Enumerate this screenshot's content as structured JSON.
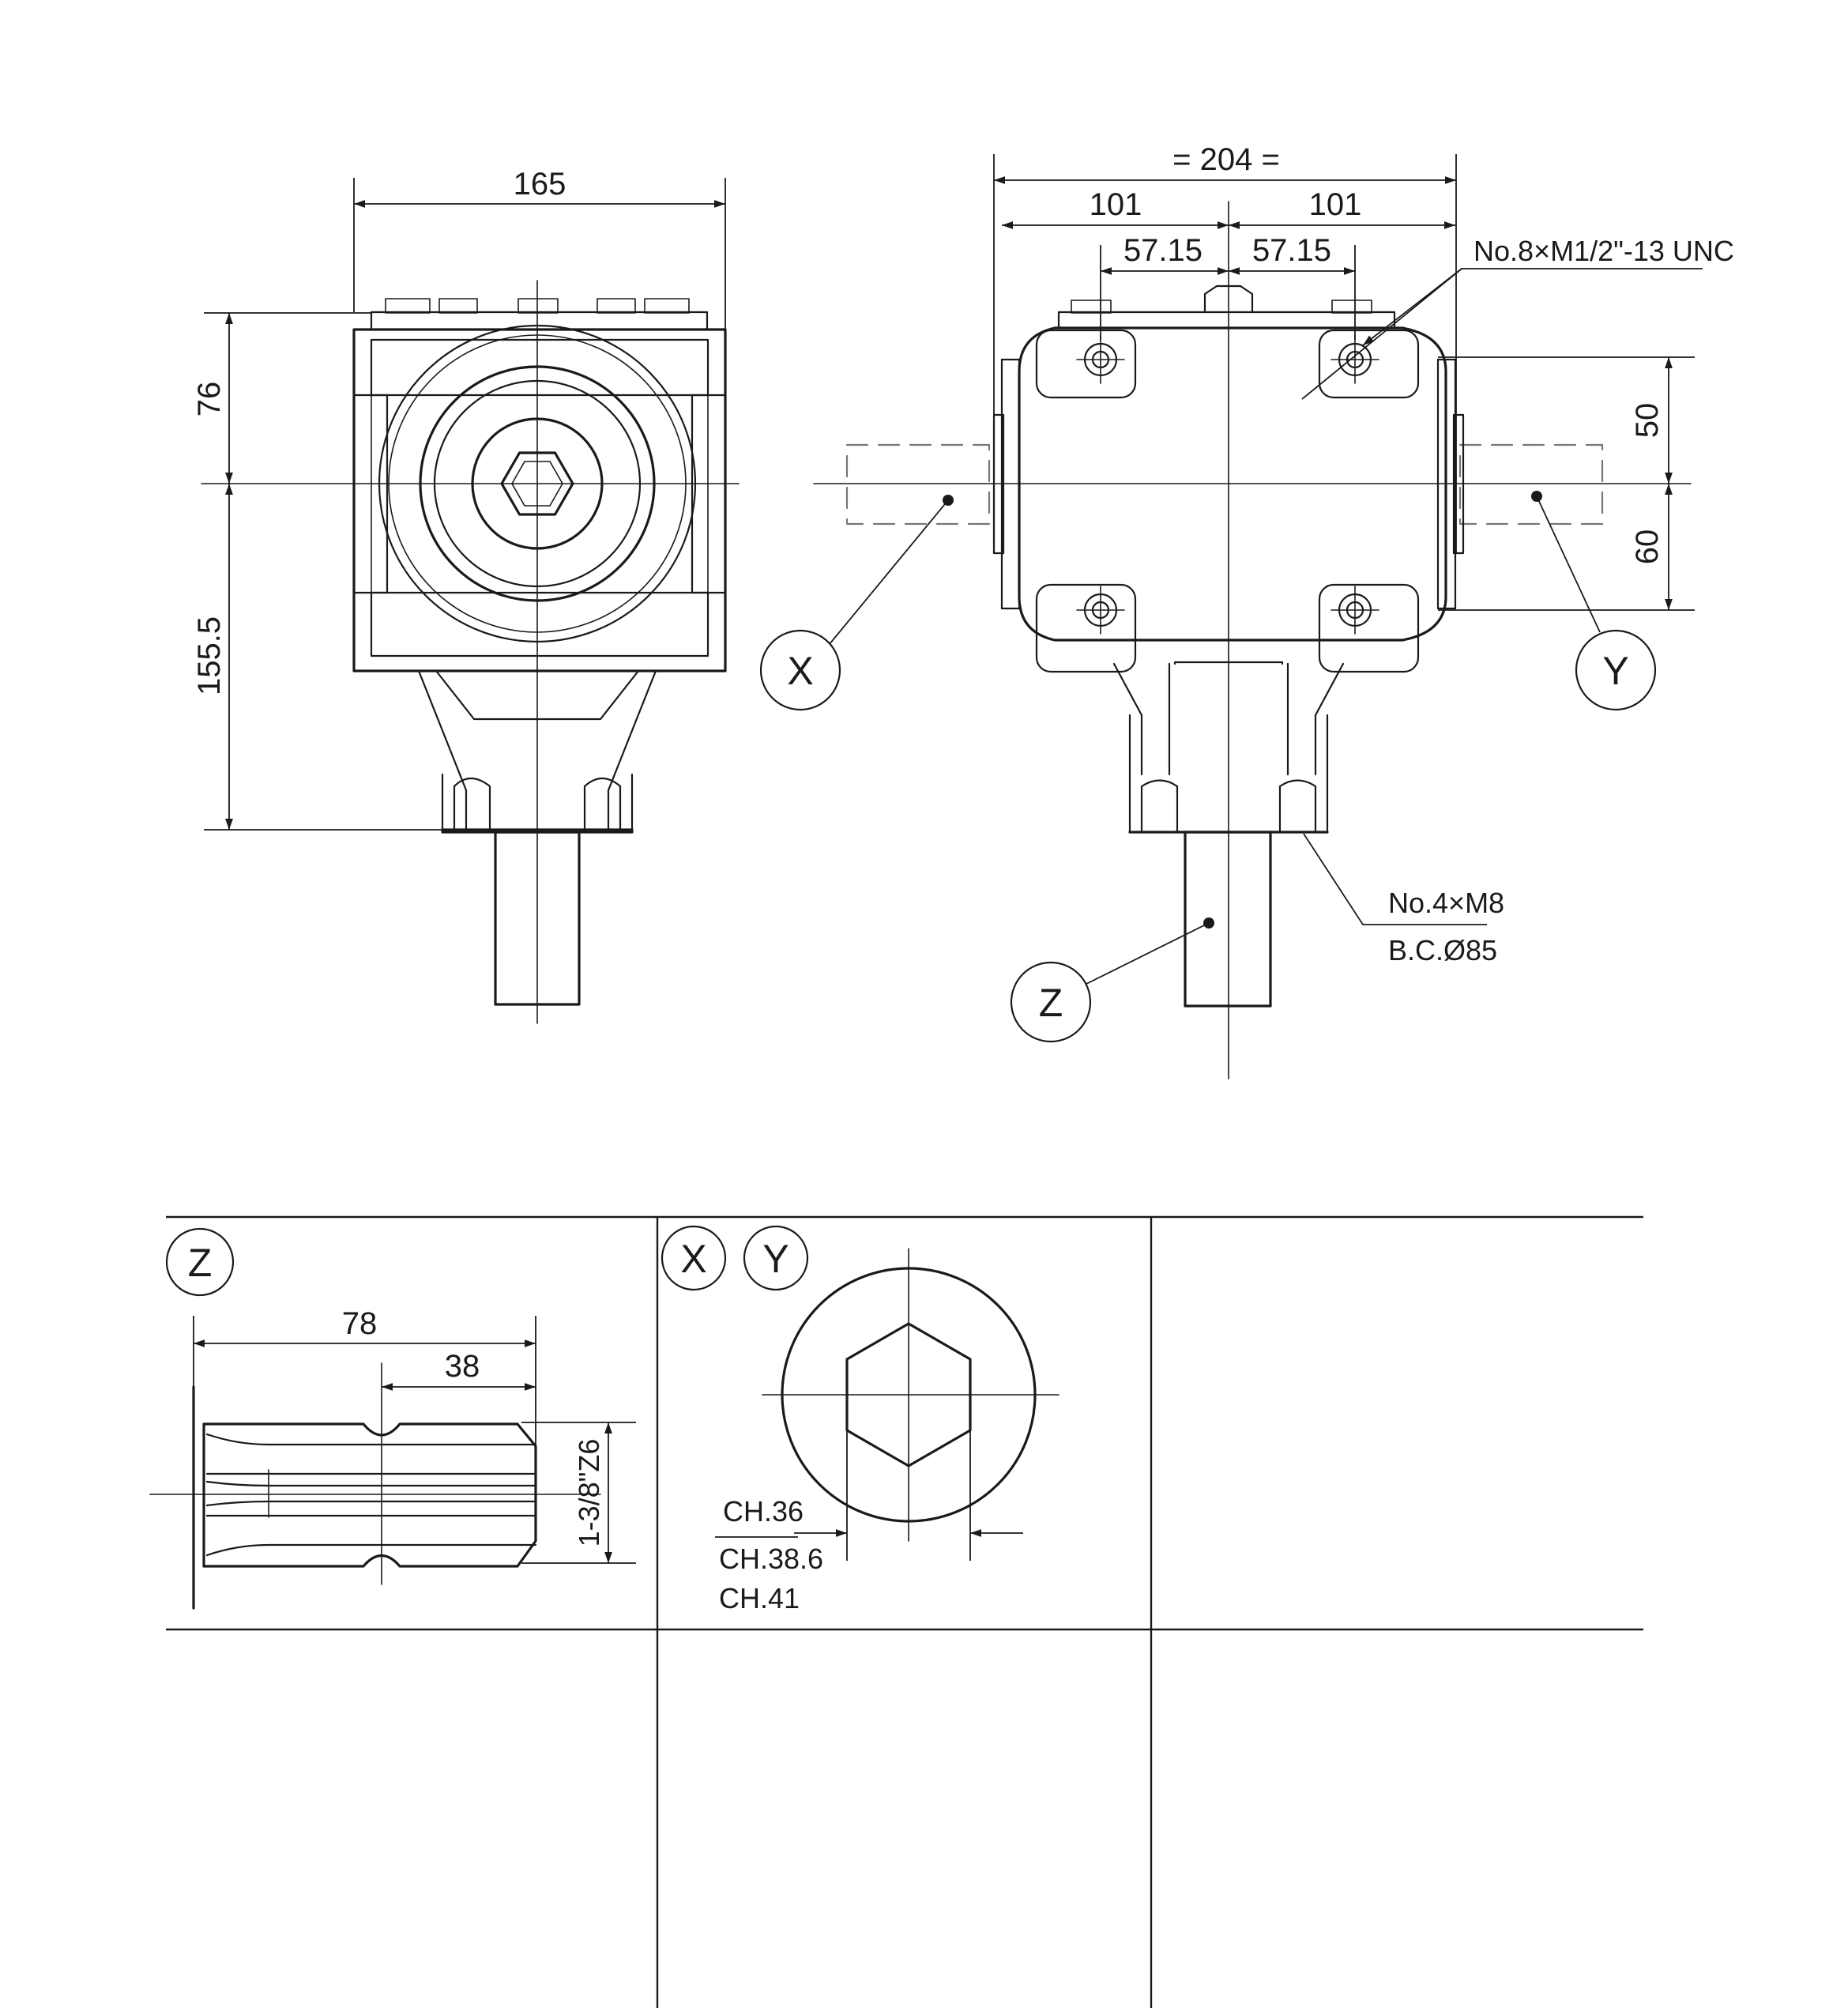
{
  "front_view": {
    "width_dim": "165",
    "height_top_dim": "76",
    "height_bottom_dim": "155.5"
  },
  "side_view": {
    "overall_width_dim": "= 204 =",
    "half_left_dim": "101",
    "half_right_dim": "101",
    "bolt_left_dim": "57.15",
    "bolt_right_dim": "57.15",
    "top_thread_callout": "No.8×M1/2\"-13 UNC",
    "upper_offset_dim": "50",
    "lower_offset_dim": "60",
    "bottom_thread_callout": "No.4×M8",
    "bolt_circle_callout": "B.C.Ø85",
    "marker_x": "X",
    "marker_y": "Y",
    "marker_z": "Z"
  },
  "detail_z": {
    "marker": "Z",
    "length_dim": "78",
    "spline_length_dim": "38",
    "spline_spec": "1-3/8\"Z6"
  },
  "detail_xy": {
    "marker_x": "X",
    "marker_y": "Y",
    "hex_sizes": [
      "CH.36",
      "CH.38.6",
      "CH.41"
    ]
  }
}
